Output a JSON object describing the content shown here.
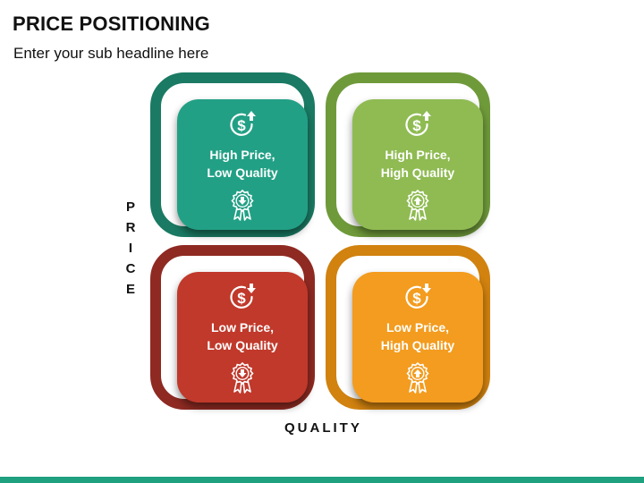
{
  "header": {
    "title": "PRICE POSITIONING",
    "subtitle": "Enter your sub headline here"
  },
  "axes": {
    "y_label_letters": [
      "P",
      "R",
      "I",
      "C",
      "E"
    ],
    "x_label": "QUALITY"
  },
  "quadrants": [
    {
      "id": "high-price-low-quality",
      "line1": "High Price,",
      "line2": "Low Quality",
      "frame_color": "#1a7a63",
      "card_color": "#22a085",
      "price_arrow": "up",
      "quality_arrow": "down",
      "dollar_icon": "dollar-arrow-up-icon",
      "badge_icon": "quality-badge-down-icon"
    },
    {
      "id": "high-price-high-quality",
      "line1": "High Price,",
      "line2": "High Quality",
      "frame_color": "#6f9a3a",
      "card_color": "#8fbb52",
      "price_arrow": "up",
      "quality_arrow": "up",
      "dollar_icon": "dollar-arrow-up-icon",
      "badge_icon": "quality-badge-up-icon"
    },
    {
      "id": "low-price-low-quality",
      "line1": "Low Price,",
      "line2": "Low Quality",
      "frame_color": "#8e2a22",
      "card_color": "#c0392b",
      "price_arrow": "down",
      "quality_arrow": "down",
      "dollar_icon": "dollar-arrow-down-icon",
      "badge_icon": "quality-badge-down-icon"
    },
    {
      "id": "low-price-high-quality",
      "line1": "Low Price,",
      "line2": "High Quality",
      "frame_color": "#d1820f",
      "card_color": "#f39c1f",
      "price_arrow": "down",
      "quality_arrow": "up",
      "dollar_icon": "dollar-arrow-down-icon",
      "badge_icon": "quality-badge-up-icon"
    }
  ],
  "colors": {
    "accent_bar": "#1fa07f"
  }
}
